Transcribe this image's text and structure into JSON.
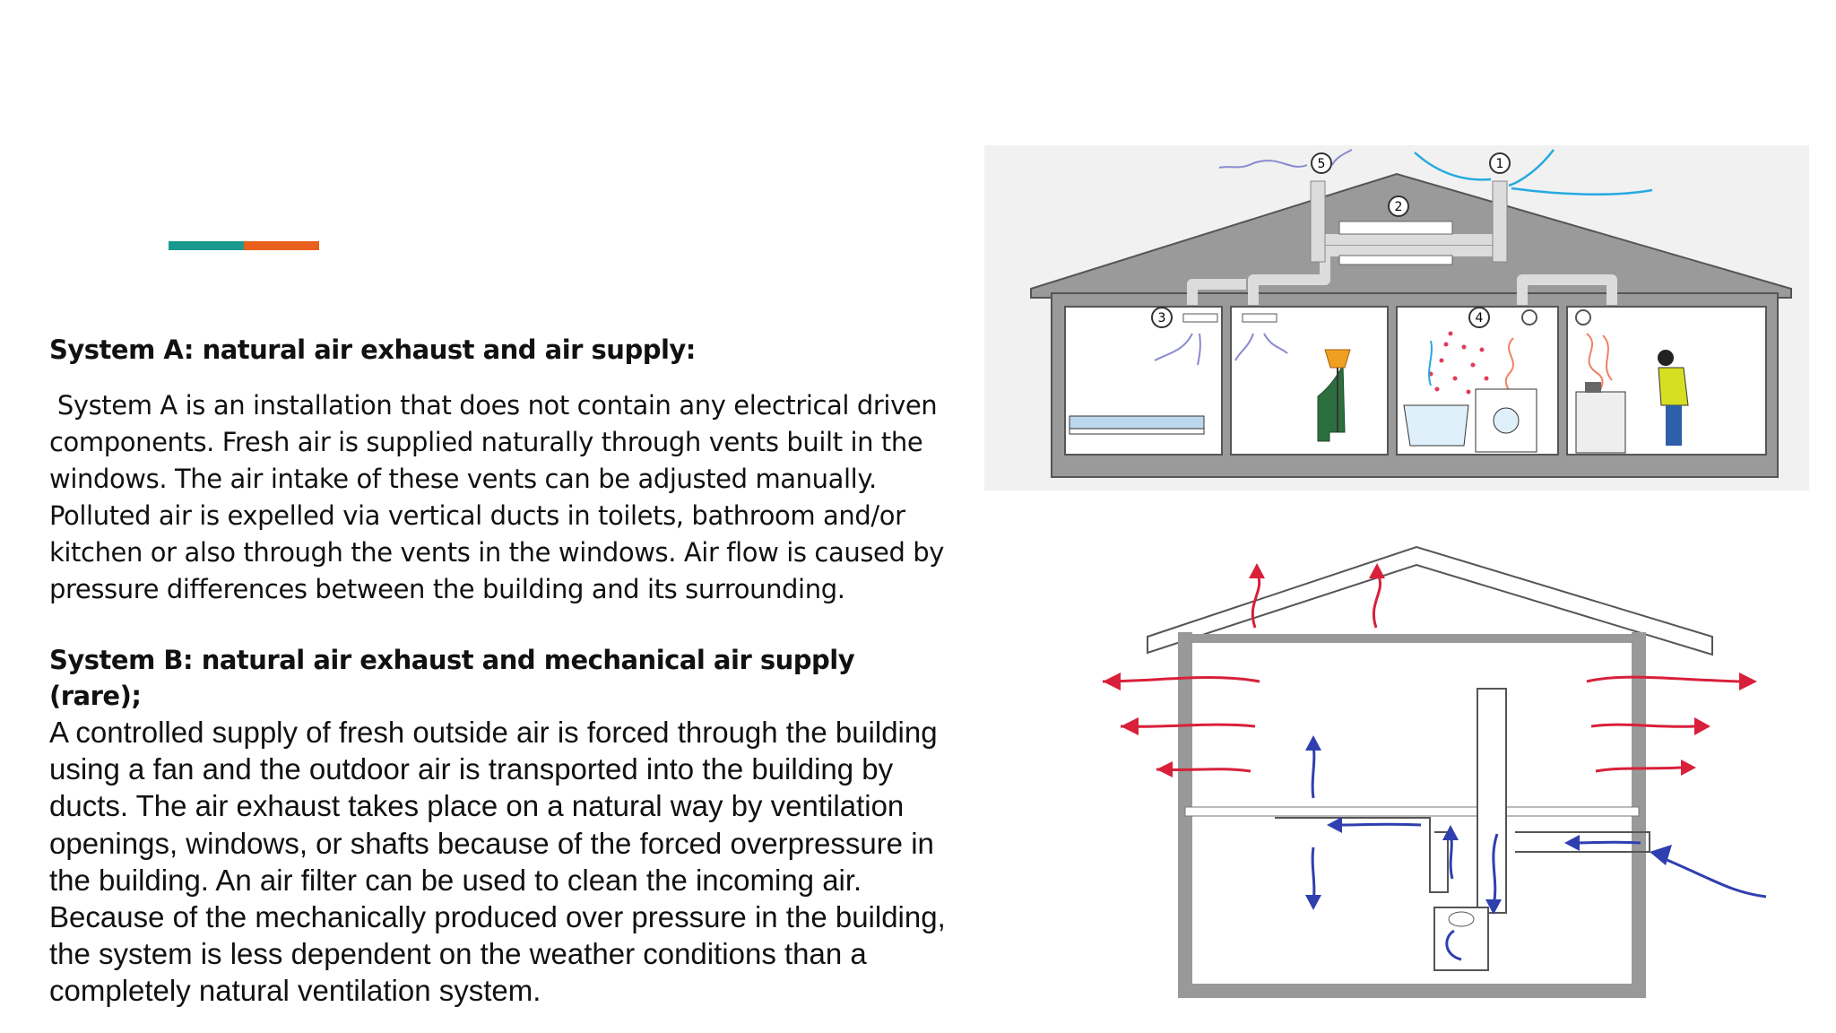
{
  "colors": {
    "teal": "#1a9a8f",
    "orange": "#e8601c",
    "roof_gray": "#9a9a9a",
    "duct": "#d9d9d9",
    "exhaust_red": "#d8203a",
    "supply_blue": "#2f3fb0",
    "intake_blue": "#27a9e1"
  },
  "system_a": {
    "heading": "System A: natural air exhaust and air supply:",
    "paragraph": " System A is an installation that does not contain any electrical driven components. Fresh air is supplied naturally through vents built in the windows. The air intake of these vents can be adjusted manually. Polluted air is expelled via vertical ducts in toilets, bathroom and/or kitchen or also through the vents in the windows. Air flow is caused by pressure differences between the building and its surrounding."
  },
  "system_b": {
    "heading": "System B: natural air exhaust and mechanical air supply (rare);",
    "paragraph": "A controlled supply of fresh outside air is forced through the building using a fan and the outdoor air is transported into the building by ducts. The air exhaust takes place on a natural way by ventilation openings, windows, or shafts because of the forced overpressure in the building. An air filter can be used to clean the incoming air. Because of the mechanically produced over pressure in the building, the system is less dependent on the weather conditions than a completely natural ventilation system."
  },
  "figure_a": {
    "markers": [
      "5",
      "1",
      "2",
      "3",
      "4"
    ]
  }
}
